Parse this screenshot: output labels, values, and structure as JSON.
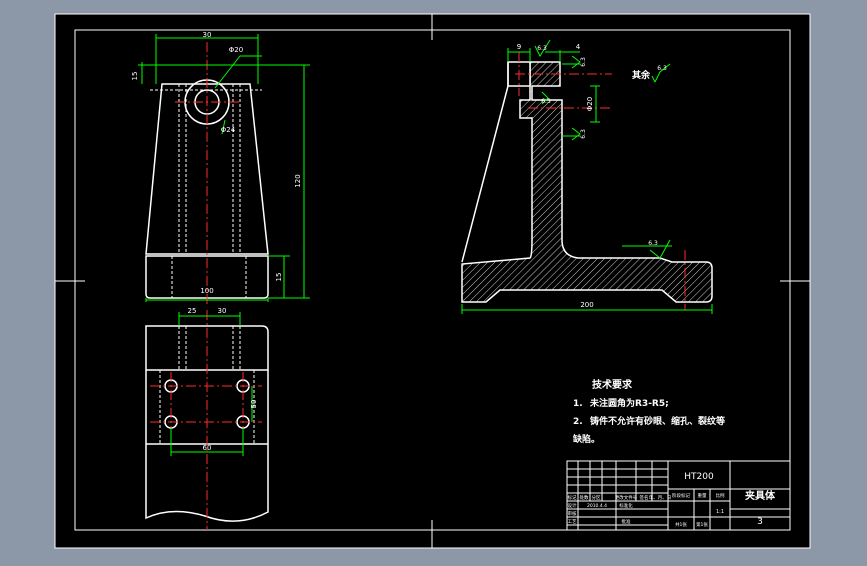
{
  "dimensions": {
    "top_width": "30",
    "hole_dia": "Φ20",
    "top_offset": "15",
    "bolt_dia": "Φ24",
    "total_height": "120",
    "base_height": "15",
    "base_width": "100",
    "hole_spacing_1": "25",
    "hole_spacing_2": "30",
    "hole_spacing_v": "50",
    "hole_spacing_h": "60",
    "side_top_1": "9",
    "side_top_2": "4",
    "side_bore": "Φ20",
    "side_base_width": "200",
    "rough_1": "6.3",
    "rough_2": "6.3",
    "rough_3": "6.3",
    "rough_4": "6.3",
    "rough_5": "6.3",
    "rough_6": "6.3"
  },
  "remainder_note": "其余",
  "tech_req": {
    "heading": "技术要求",
    "item1_num": "1.",
    "item1_text": "未注圆角为R3-R5;",
    "item2_num": "2.",
    "item2_text": "铸件不允许有砂眼、缩孔、裂纹等",
    "item2_cont": "缺陷。"
  },
  "title_block": {
    "material": "HT200",
    "part_name": "夹具体",
    "sheet_no": "3",
    "label_mark": "标记",
    "label_count": "处数",
    "label_zone": "分区",
    "label_change_doc": "更改文件号",
    "label_sign": "签名",
    "label_date": "年、月、日",
    "label_design": "设计",
    "label_std": "标准化",
    "date_value": "2010.4.4",
    "label_review": "审核",
    "label_process": "工艺",
    "label_approve": "批准",
    "label_stage": "阶段标记",
    "label_weight": "重量",
    "label_scale": "比例",
    "scale_value": "1:1",
    "label_total": "共1张",
    "label_sheet": "第1张"
  }
}
